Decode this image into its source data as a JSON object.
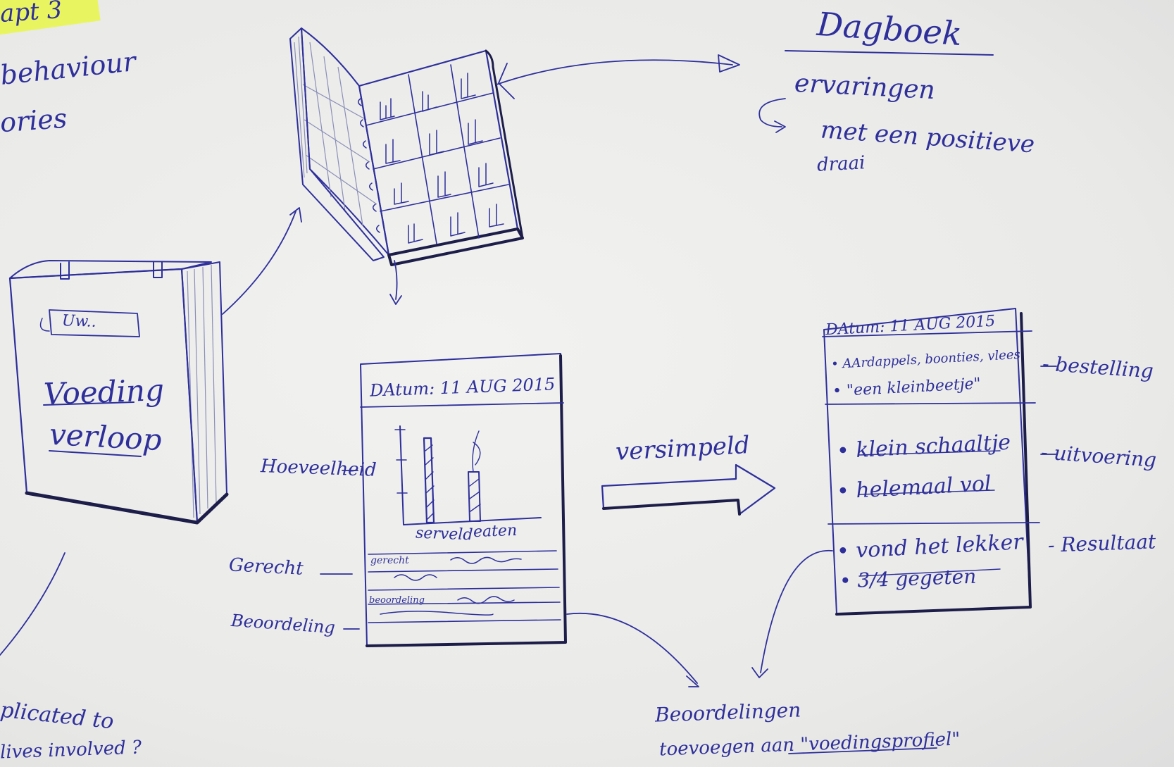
{
  "corner": {
    "highlight_text": "apt 3",
    "line1": "behaviour",
    "line2": "ories",
    "bottom1": "plicated to",
    "bottom2": "lives involved ?"
  },
  "top_right": {
    "title": "Dagboek",
    "line1": "ervaringen",
    "line2": "met een positieve",
    "line3": "draai"
  },
  "book": {
    "label": "Uw..",
    "title_line1": "Voeding",
    "title_line2": "verloop"
  },
  "left_labels": {
    "hoeveelheid": "Hoeveelheid",
    "gerecht": "Gerecht",
    "beoordeling": "Beoordeling"
  },
  "card_left": {
    "date": "DAtum: 11 AUG 2015",
    "bar_labels": [
      "serveld",
      "eaten"
    ],
    "row1_label": "gerecht",
    "row2_label": "beoordeling"
  },
  "arrow_label": "versimpeld",
  "card_right": {
    "date": "DAtum: 11 AUG 2015",
    "items": [
      "AArdappels, boonties, vlees",
      "\"een kleinbeetje\"",
      "klein schaaltje",
      "helemaal vol",
      "vond het lekker",
      "3/4 gegeten"
    ]
  },
  "right_labels": {
    "bestelling": "- bestelling",
    "uitvoering": "- uitvoering",
    "resultaat": "- Resultaat"
  },
  "bottom_note": {
    "line1": "Beoordelingen",
    "line2_prefix": "toevoegen aan",
    "line2_quote": "\"voedingsprofiel\""
  }
}
